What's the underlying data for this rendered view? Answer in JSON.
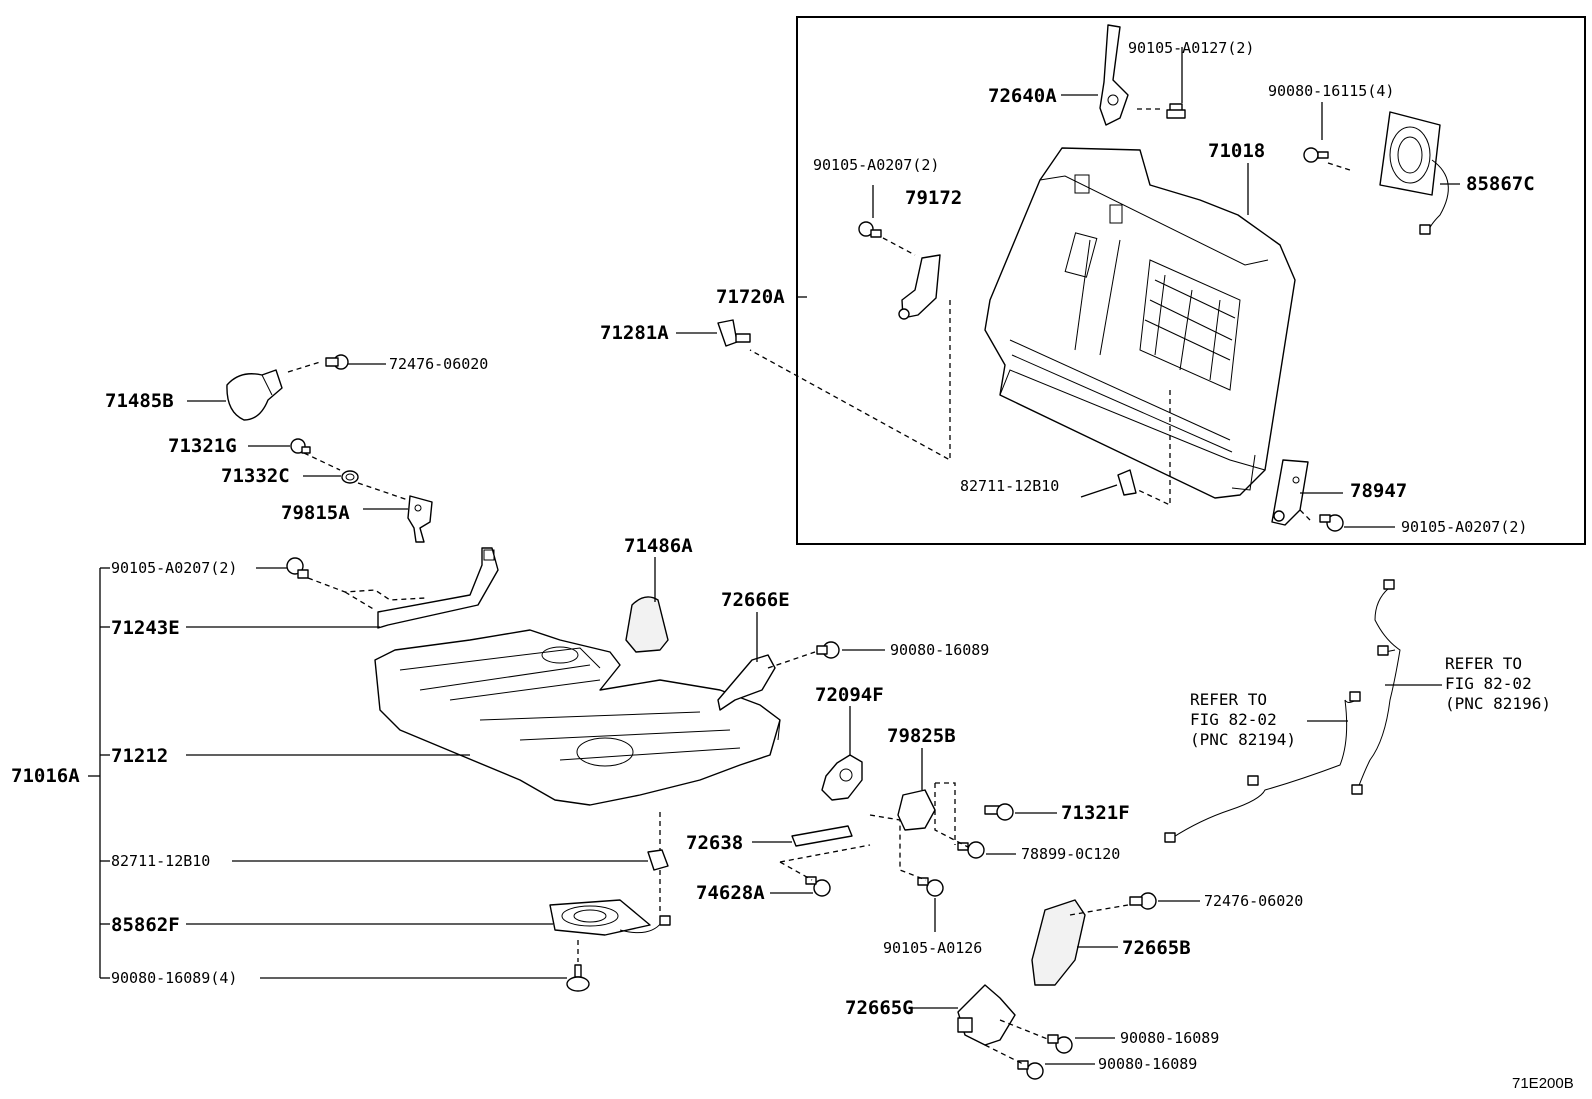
{
  "labels": {
    "p90105_A0127": "90105-A0127(2)",
    "p72640A": "72640A",
    "p90080_16115": "90080-16115(4)",
    "p71018": "71018",
    "p90105_A0207_upper": "90105-A0207(2)",
    "p79172": "79172",
    "p85867C": "85867C",
    "p71720A": "71720A",
    "p71281A": "71281A",
    "p72476_06020_top": "72476-06020",
    "p71485B": "71485B",
    "p71321G": "71321G",
    "p71332C": "71332C",
    "p79815A": "79815A",
    "p82711_12B10_upper": "82711-12B10",
    "p78947": "78947",
    "p90105_A0207_right": "90105-A0207(2)",
    "p71486A": "71486A",
    "p90105_A0207_left": "90105-A0207(2)",
    "p72666E": "72666E",
    "p71243E": "71243E",
    "p90080_16089_a": "90080-16089",
    "p72094F": "72094F",
    "p79825B": "79825B",
    "p71212": "71212",
    "p71016A": "71016A",
    "p71321F": "71321F",
    "p72638": "72638",
    "p78899_0C120": "78899-0C120",
    "p82711_12B10_lower": "82711-12B10",
    "p74628A": "74628A",
    "p72476_06020_bottom": "72476-06020",
    "p85862F": "85862F",
    "p90105_A0126": "90105-A0126",
    "p72665B": "72665B",
    "p90080_16089_4": "90080-16089(4)",
    "p72665G": "72665G",
    "p90080_16089_b": "90080-16089",
    "p90080_16089_c": "90080-16089"
  },
  "references": {
    "left": {
      "line1": "REFER TO",
      "line2": "FIG 82-02",
      "line3": "(PNC 82194)"
    },
    "right": {
      "line1": "REFER TO",
      "line2": "FIG 82-02",
      "line3": "(PNC 82196)"
    }
  },
  "diagram_code": "71E200B"
}
